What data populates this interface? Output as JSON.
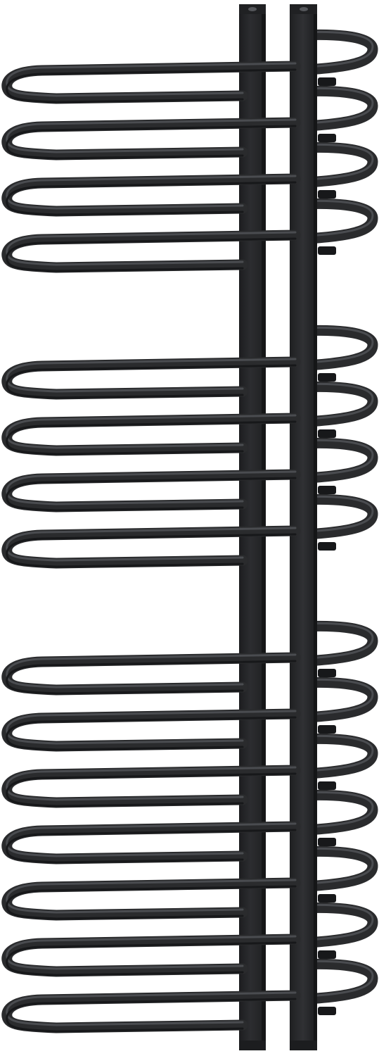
{
  "product": {
    "subject": "towel-radiator-icon",
    "colors": {
      "background": "#ffffff",
      "tube": "#2a2b2d",
      "tube_highlight": "#4a4c50",
      "tube_shadow": "#17181a",
      "column": "#27282a",
      "column_light": "#3a3b3e",
      "column_shadow": "#1a1b1d",
      "cap": "#202123",
      "cap_hole": "#5a5c60"
    },
    "groups": [
      {
        "loops": 4
      },
      {
        "loops": 4
      },
      {
        "loops": 7
      }
    ]
  }
}
